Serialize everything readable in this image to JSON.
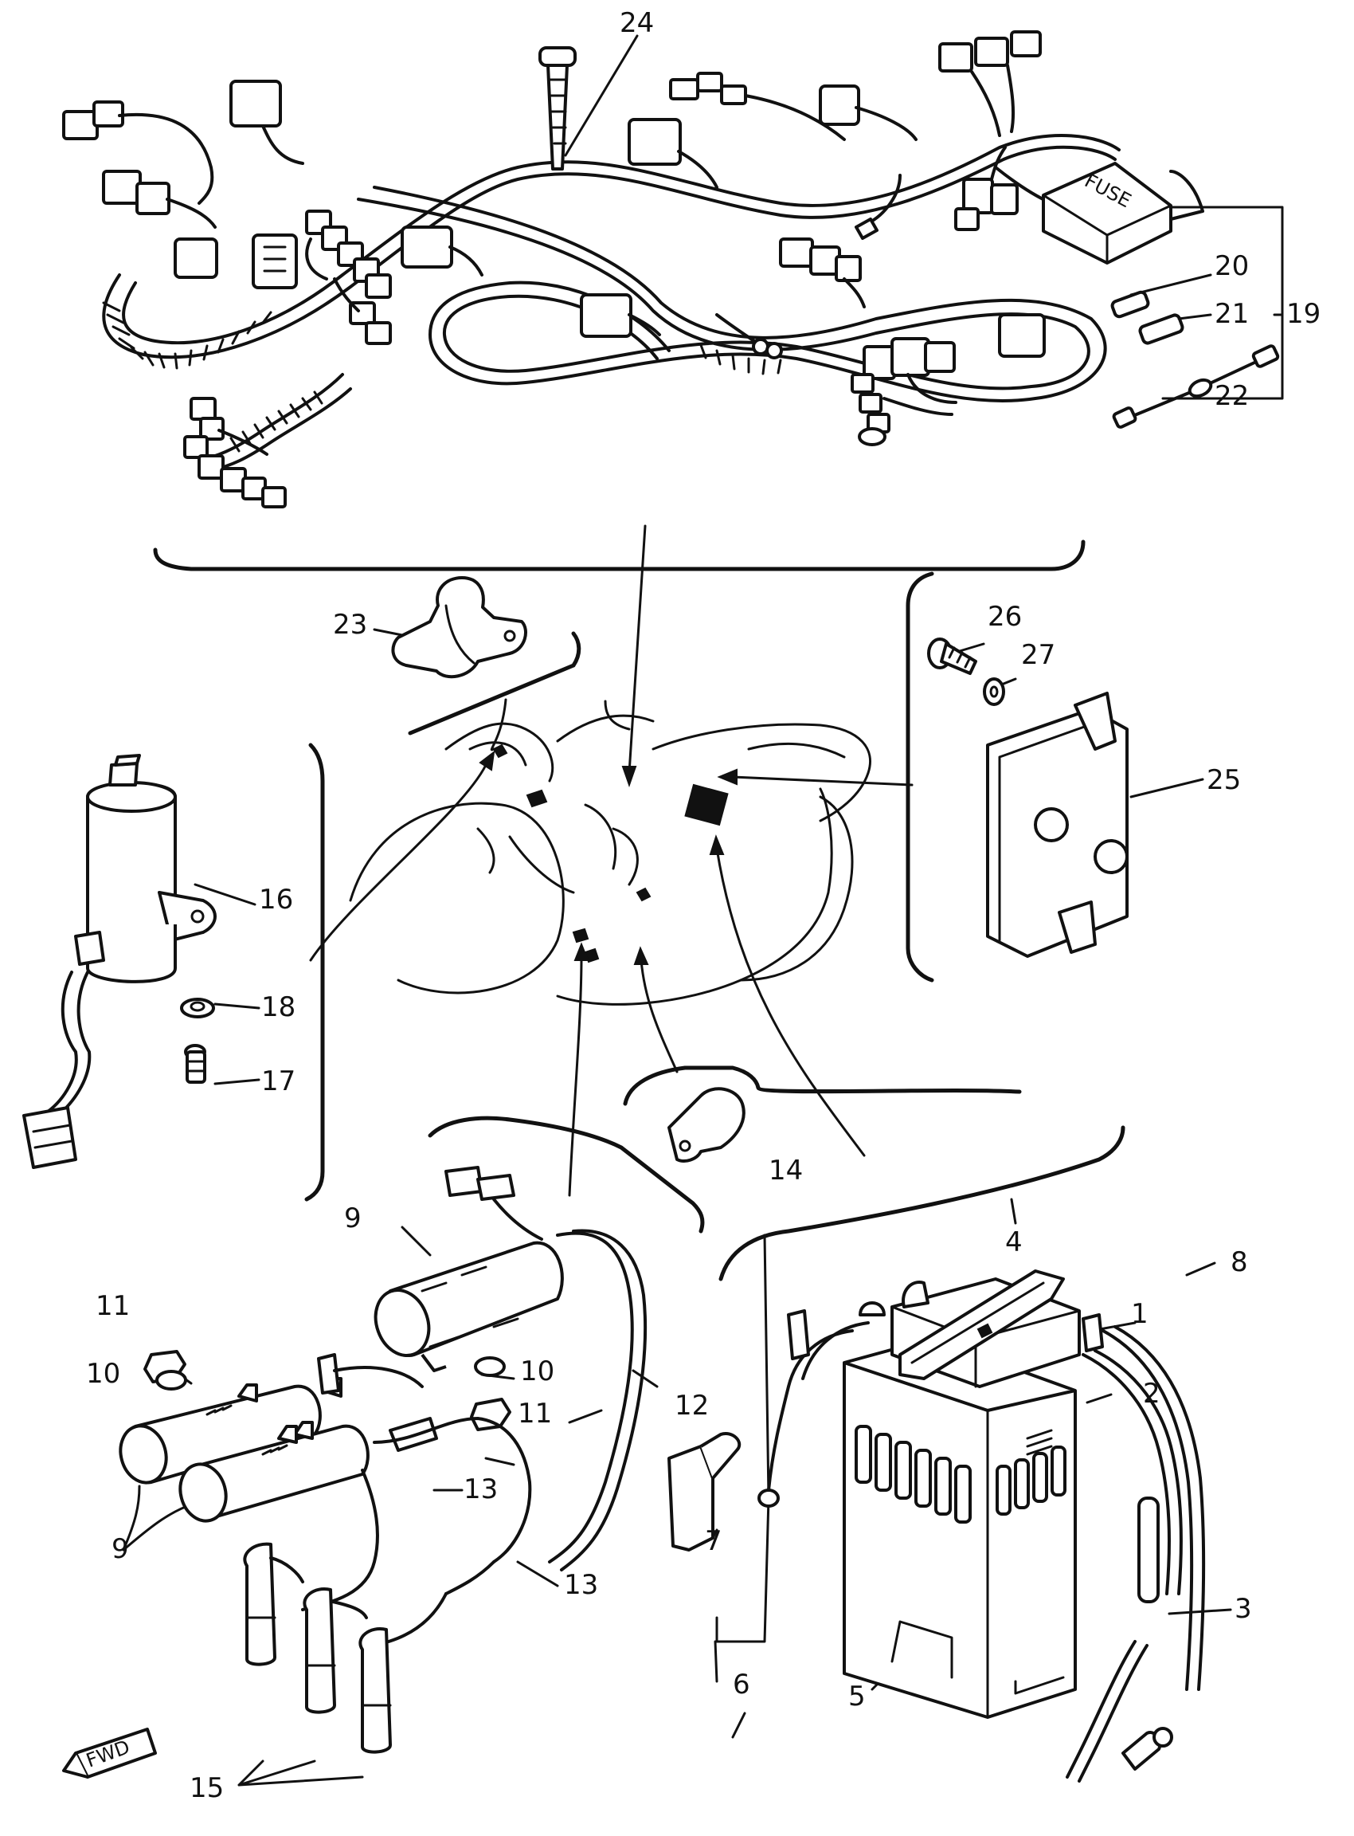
{
  "labels": {
    "n1": "1",
    "n2": "2",
    "n3": "3",
    "n4": "4",
    "n5": "5",
    "n6": "6",
    "n7": "7",
    "n8": "8",
    "n9a": "9",
    "n9b": "9",
    "n10a": "10",
    "n10b": "10",
    "n11a": "11",
    "n11b": "11",
    "n12": "12",
    "n13a": "13",
    "n13b": "13",
    "n14": "14",
    "n15": "15",
    "n16": "16",
    "n17": "17",
    "n18": "18",
    "n19": "19",
    "n20": "20",
    "n21": "21",
    "n22": "22",
    "n23": "23",
    "n24": "24",
    "n25": "25",
    "n26": "26",
    "n27": "27"
  },
  "fuse_box_text": "FUSE",
  "fwd_badge": "FWD"
}
